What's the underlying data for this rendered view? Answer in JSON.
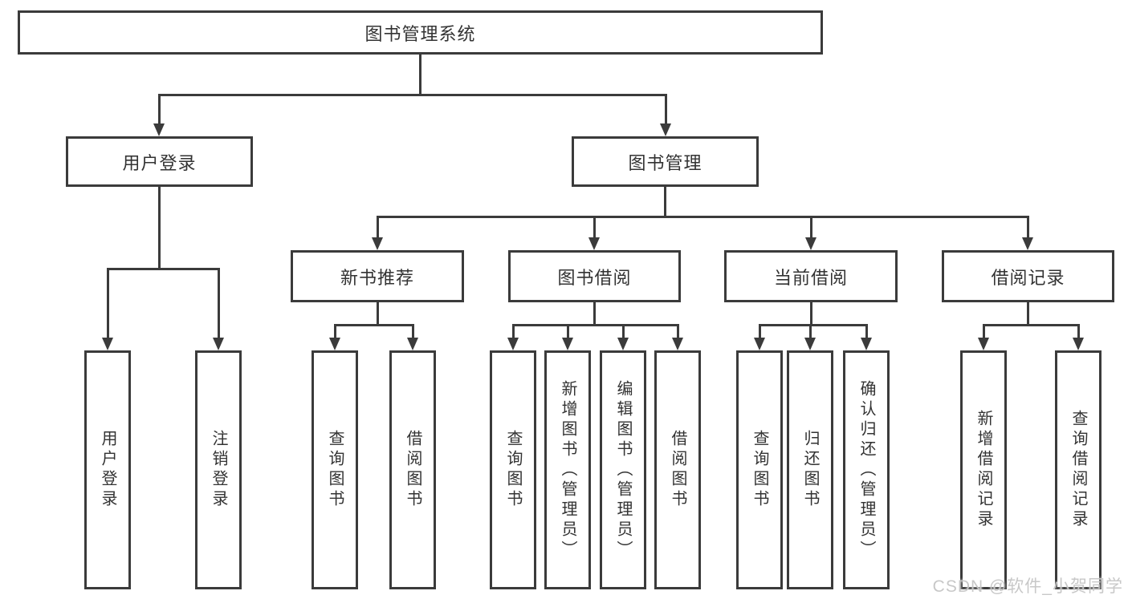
{
  "colors": {
    "line": "#3b3b3b",
    "box_border": "#3b3b3b",
    "box_fill": "#ffffff",
    "text": "#333333",
    "watermark_text": "#c5c5c5"
  },
  "watermark": {
    "text": "CSDN @软件_小贺同学"
  },
  "diagram": {
    "type": "tree",
    "root": "图书管理系统",
    "children": [
      {
        "label": "用户登录",
        "children": [
          {
            "label": "用户登录"
          },
          {
            "label": "注销登录"
          }
        ]
      },
      {
        "label": "图书管理",
        "children": [
          {
            "label": "新书推荐",
            "children": [
              {
                "label": "查询图书"
              },
              {
                "label": "借阅图书"
              }
            ]
          },
          {
            "label": "图书借阅",
            "children": [
              {
                "label": "查询图书"
              },
              {
                "label": "新增图书（管理员）"
              },
              {
                "label": "编辑图书（管理员）"
              },
              {
                "label": "借阅图书"
              }
            ]
          },
          {
            "label": "当前借阅",
            "children": [
              {
                "label": "查询图书"
              },
              {
                "label": "归还图书"
              },
              {
                "label": "确认归还（管理员）"
              }
            ]
          },
          {
            "label": "借阅记录",
            "children": [
              {
                "label": "新增借阅记录"
              },
              {
                "label": "查询借阅记录"
              }
            ]
          }
        ]
      }
    ]
  }
}
